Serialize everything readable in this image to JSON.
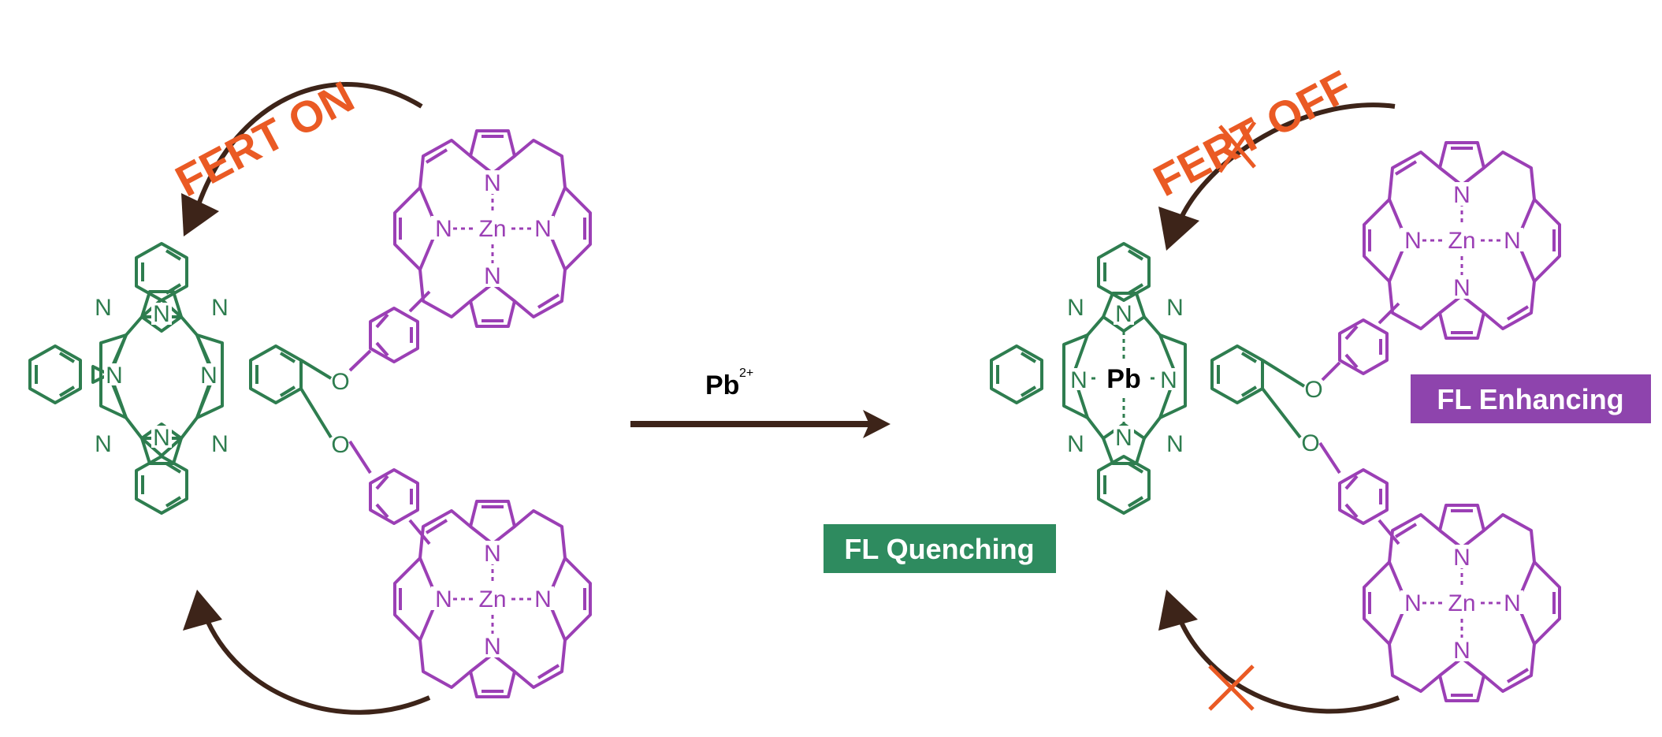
{
  "labels": {
    "fert_on": "FERT ON",
    "fert_off": "FERT OFF",
    "reagent": "Pb",
    "reagent_charge": "2+",
    "fl_quenching": "FL Quenching",
    "fl_enhancing": "FL Enhancing"
  },
  "atoms": {
    "nitrogen": "N",
    "oxygen": "O",
    "zinc": "Zn",
    "lead": "Pb"
  },
  "colors": {
    "phthalocyanine": "#2e7d4f",
    "porphyrin": "#9b3fb5",
    "fert_text": "#ea5a24",
    "arrow": "#3d2419",
    "quenching_box": "#2e8b5f",
    "enhancing_box": "#8e44ad",
    "blocked_cross": "#ea5a24"
  }
}
